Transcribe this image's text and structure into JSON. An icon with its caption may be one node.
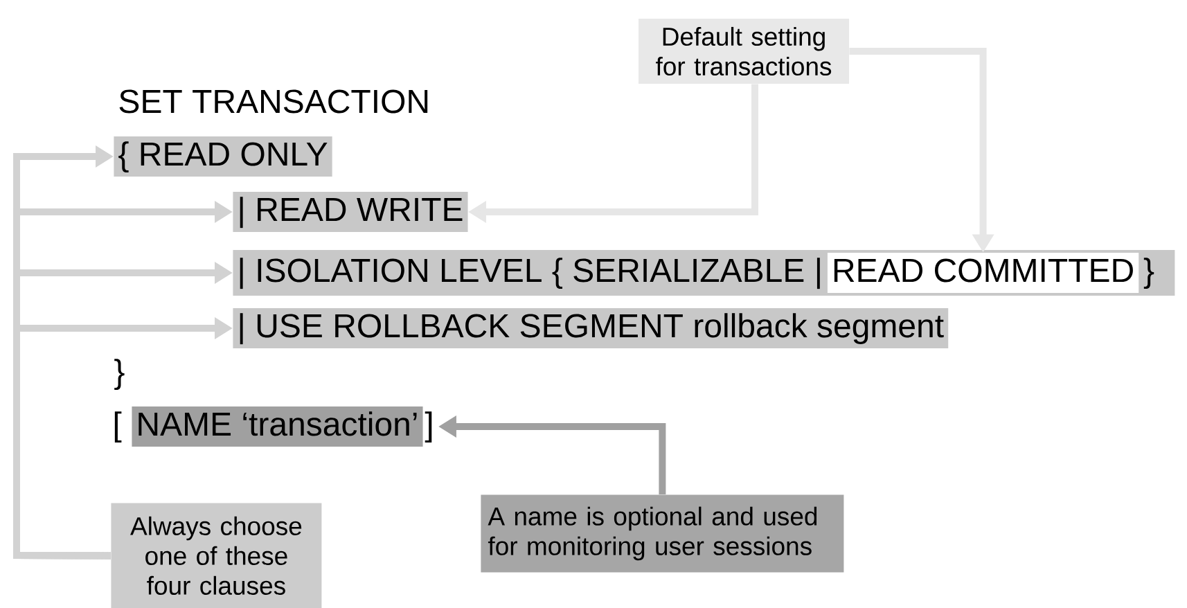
{
  "diagram": {
    "nodes": [
      {
        "text": [
          "Default setting for transactions"
        ]
      },
      {
        "text": [
          "{ READ ONLY"
        ]
      },
      {
        "text": [
          "| READ WRITE"
        ]
      },
      {
        "text": [
          "| ISOLATION LEVEL { SERIALIZABLE |",
          "}"
        ]
      },
      {
        "text": [
          "READ COMMITTED"
        ],
        "in": 3
      },
      {
        "text": [
          "| USE ROLLBACK SEGMENT rollback segment"
        ]
      },
      {
        "text": [
          "NAME ‘transaction’"
        ]
      },
      {
        "text": [
          "Always choose one of these four clauses"
        ]
      },
      {
        "text": [
          "A name is optional and used for monitoring user sessions"
        ]
      }
    ],
    "edges": [
      {
        "from": 0,
        "to": 2,
        "arrow": "to",
        "color": "#e6e6e6"
      },
      {
        "from": 0,
        "to": 4,
        "arrow": "to",
        "color": "#e6e6e6"
      },
      {
        "from": 7,
        "to": 1,
        "arrow": "to"
      },
      {
        "from": 7,
        "to": 2,
        "arrow": "to"
      },
      {
        "from": 7,
        "to": 3,
        "arrow": "to"
      },
      {
        "from": 7,
        "to": 5,
        "arrow": "to"
      },
      {
        "from": 8,
        "to": 6,
        "arrow": "to",
        "color": "#a0a0a0"
      }
    ],
    "labels": [
      "SET TRANSACTION",
      "}",
      "[",
      "]"
    ]
  }
}
